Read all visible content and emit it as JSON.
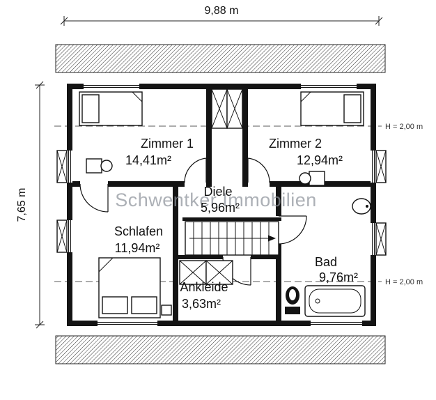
{
  "plan": {
    "dimensions": {
      "width": "9,88 m",
      "height": "7,65 m"
    },
    "height_markers": {
      "top": "H = 2,00 m",
      "bottom": "H = 2,00 m"
    },
    "watermark": "Schwentker Immobilien",
    "rooms": [
      {
        "id": "zimmer1",
        "name": "Zimmer 1",
        "area": "14,41m²"
      },
      {
        "id": "zimmer2",
        "name": "Zimmer 2",
        "area": "12,94m²"
      },
      {
        "id": "diele",
        "name": "Diele",
        "area": "5,96m²"
      },
      {
        "id": "schlafen",
        "name": "Schlafen",
        "area": "11,94m²"
      },
      {
        "id": "ankleide",
        "name": "Ankleide",
        "area": "3,63m²"
      },
      {
        "id": "bad",
        "name": "Bad",
        "area": "9,76m²"
      }
    ],
    "colors": {
      "wall": "#141414",
      "dash_line": "#5a5a5a",
      "watermark": "#8d929a"
    }
  }
}
